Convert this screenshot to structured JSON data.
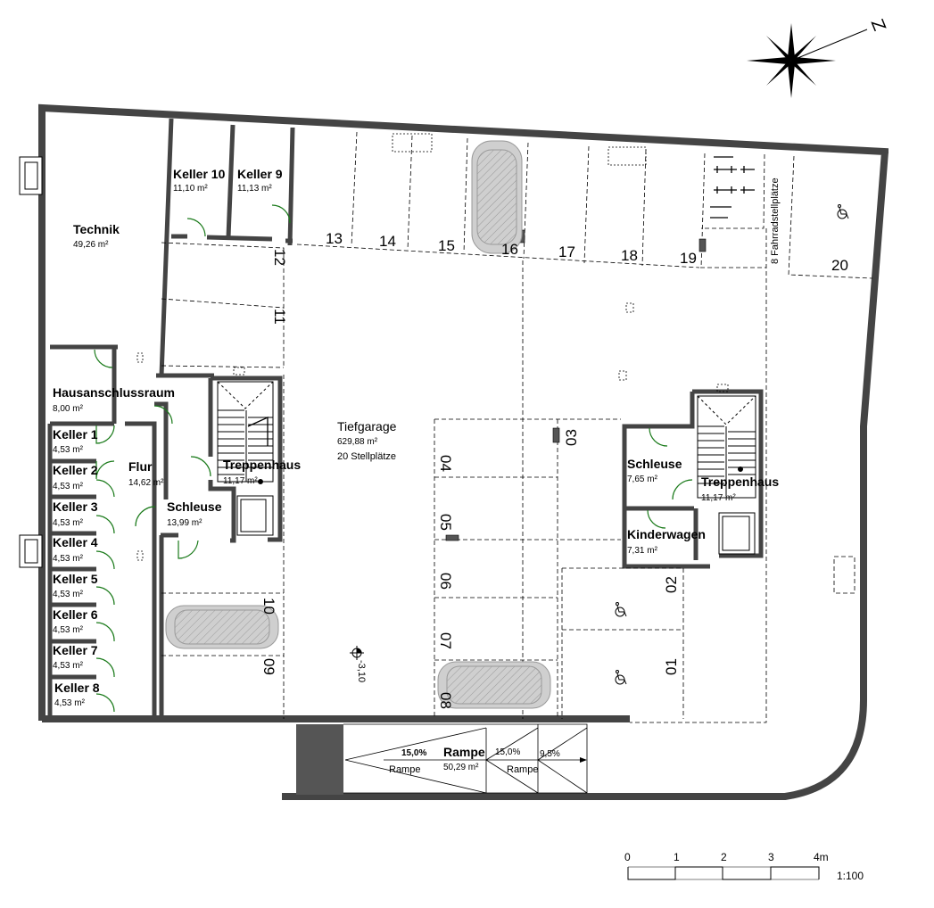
{
  "rooms": {
    "technik": {
      "name": "Technik",
      "area": "49,26 m²"
    },
    "keller10": {
      "name": "Keller 10",
      "area": "11,10 m²"
    },
    "keller9": {
      "name": "Keller 9",
      "area": "11,13 m²"
    },
    "hausanschluss": {
      "name": "Hausanschlussraum",
      "area": "8,00 m²"
    },
    "keller1": {
      "name": "Keller 1",
      "area": "4,53 m²"
    },
    "keller2": {
      "name": "Keller 2",
      "area": "4,53 m²"
    },
    "keller3": {
      "name": "Keller 3",
      "area": "4,53 m²"
    },
    "keller4": {
      "name": "Keller 4",
      "area": "4,53 m²"
    },
    "keller5": {
      "name": "Keller 5",
      "area": "4,53 m²"
    },
    "keller6": {
      "name": "Keller 6",
      "area": "4,53 m²"
    },
    "keller7": {
      "name": "Keller 7",
      "area": "4,53 m²"
    },
    "keller8": {
      "name": "Keller 8",
      "area": "4,53 m²"
    },
    "flur": {
      "name": "Flur",
      "area": "14,62 m²"
    },
    "schleuse_left": {
      "name": "Schleuse",
      "area": "13,99 m²"
    },
    "treppenhaus_left": {
      "name": "Treppenhaus",
      "area": "11,17 m²"
    },
    "tiefgarage": {
      "name": "Tiefgarage",
      "area": "629,88 m²",
      "note": "20 Stellplätze"
    },
    "schleuse_right": {
      "name": "Schleuse",
      "area": "7,65 m²"
    },
    "treppenhaus_right": {
      "name": "Treppenhaus",
      "area": "11,17 m²"
    },
    "kinderwagen": {
      "name": "Kinderwagen",
      "area": "7,31 m²"
    },
    "rampe": {
      "name": "Rampe",
      "area": "50,29 m²"
    }
  },
  "ramp_labels": {
    "slope1": "15,0%",
    "slope2": "15,0%",
    "slope3": "9,5%",
    "rampe_a": "Rampe",
    "rampe_b": "Rampe"
  },
  "parking": {
    "top": [
      "13",
      "14",
      "15",
      "16",
      "17",
      "18",
      "19",
      "20"
    ],
    "left_vertical": [
      "12",
      "11",
      "10",
      "09"
    ],
    "middle": [
      "03",
      "04",
      "05",
      "06",
      "07",
      "08"
    ],
    "right": [
      "02",
      "01"
    ]
  },
  "bike_label": "8 Fahrradstellplätze",
  "level": "-3,10",
  "north_label": "N",
  "scale": {
    "ticks": [
      "0",
      "1",
      "2",
      "3",
      "4m"
    ],
    "ratio": "1:100"
  },
  "icons": [
    "compass-rose-icon",
    "wheelchair-icon",
    "car-icon",
    "bicycle-icon",
    "door-swing-icon",
    "level-marker-icon"
  ]
}
